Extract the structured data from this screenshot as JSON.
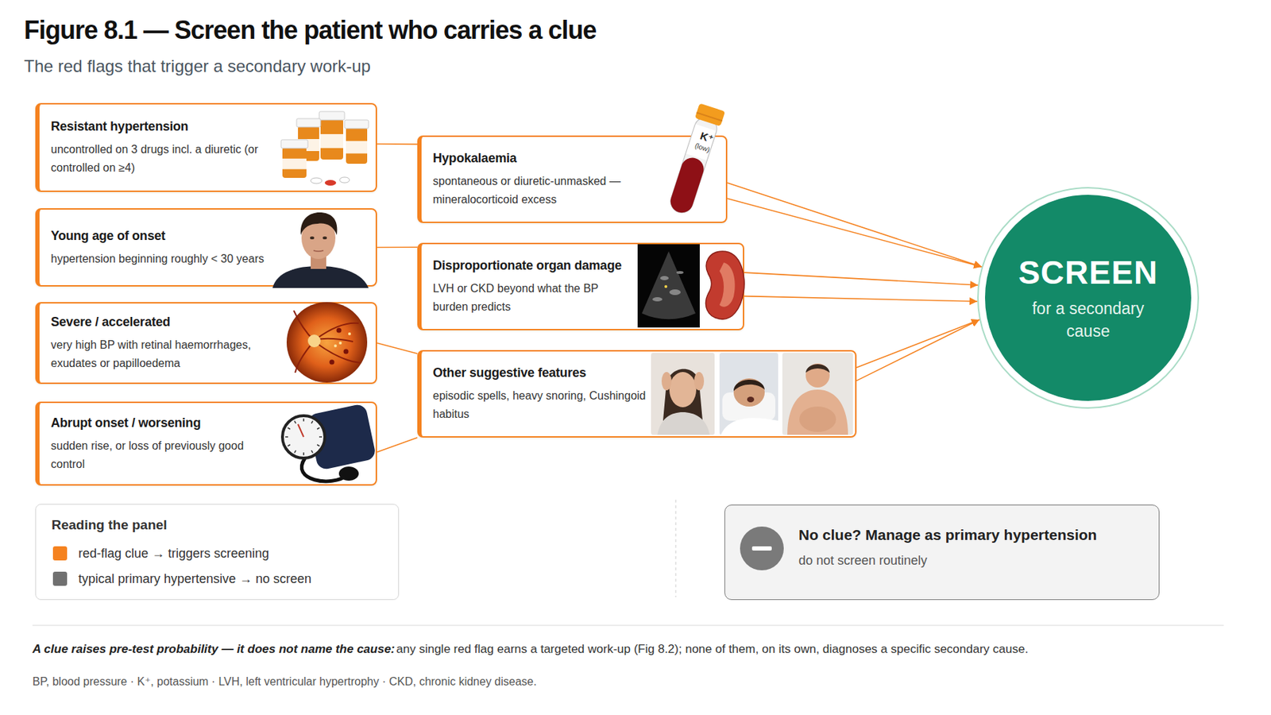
{
  "diagram": {
    "title": "Figure 8.1 — Screen the patient who carries a clue",
    "caption": "A clue raises pre-test probability — it does not name the cause:",
    "nodes": [
      {
        "text": [
          "Resistant hypertension",
          "uncontrolled on 3 drugs incl. a diuretic (or controlled on ≥4)"
        ]
      },
      {
        "text": [
          "Young age of onset",
          "hypertension beginning roughly < 30 years"
        ]
      },
      {
        "text": [
          "Severe / accelerated",
          "very high BP with retinal haemorrhages, exudates or papilloedema"
        ]
      },
      {
        "text": [
          "Abrupt onset / worsening",
          "sudden rise, or loss of previously good control"
        ]
      },
      {
        "text": [
          "Hypokalaemia",
          "spontaneous or diuretic-unmasked — mineralocorticoid excess"
        ]
      },
      {
        "text": [
          "Disproportionate organ damage",
          "LVH or CKD beyond what the BP burden predicts"
        ]
      },
      {
        "text": [
          "Other suggestive features",
          "episodic spells, heavy snoring, Cushingoid habitus"
        ]
      },
      {
        "text": [
          "SCREEN",
          "for a secondary cause"
        ]
      },
      {
        "text": [
          "Reading the panel"
        ]
      },
      {
        "text": [
          "No clue? Manage as primary hypertension",
          "do not screen routinely"
        ]
      }
    ],
    "edges": [
      {
        "from": 0,
        "to": 4,
        "arrow": "none"
      },
      {
        "from": 1,
        "to": 5,
        "arrow": "none"
      },
      {
        "from": 2,
        "to": 6,
        "arrow": "none"
      },
      {
        "from": 3,
        "to": 6,
        "arrow": "none"
      },
      {
        "from": 4,
        "to": 7,
        "arrow": "to"
      },
      {
        "from": 4,
        "to": 7,
        "arrow": "to"
      },
      {
        "from": 5,
        "to": 7,
        "arrow": "to"
      },
      {
        "from": 5,
        "to": 7,
        "arrow": "to"
      },
      {
        "from": 6,
        "to": 7,
        "arrow": "to"
      },
      {
        "from": 6,
        "to": 7,
        "arrow": "to"
      }
    ],
    "labels": [
      "The red flags that trigger a secondary work-up",
      "K⁺",
      "(low)",
      "any single red flag earns a targeted work-up (Fig 8.2); none of them, on its own, diagnoses a specific secondary cause.",
      "BP, blood pressure · K⁺, potassium · LVH, left ventricular hypertrophy · CKD, chronic kidney disease."
    ],
    "legend": [
      {
        "text": "red-flag clue → triggers screening",
        "color": "#f5821f"
      },
      {
        "text": "typical primary hypertensive → no screen",
        "color": "#707070"
      }
    ]
  }
}
